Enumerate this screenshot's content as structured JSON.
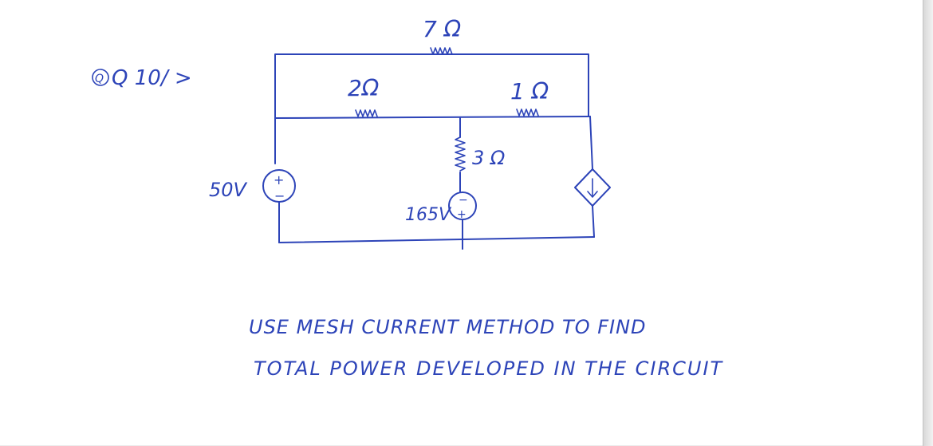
{
  "question_label": "Q 10/ >",
  "components": {
    "r_top": "7 Ω",
    "r_left": "2Ω",
    "r_right": "1 Ω",
    "r_middle": "3 Ω",
    "v_left": "50V",
    "v_middle": "165V"
  },
  "instructions": {
    "line1": "USE MESH CURRENT METHOD TO FIND",
    "line2": "TOTAL POWER DEVELOPED IN THE CIRCUIT"
  },
  "colors": {
    "ink": "#2d44b8",
    "paper": "#ffffff"
  }
}
